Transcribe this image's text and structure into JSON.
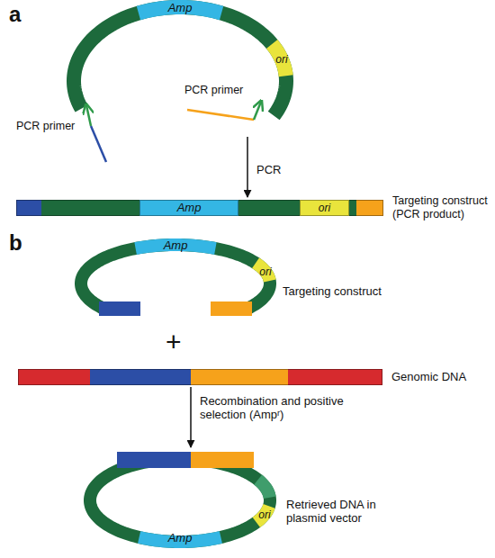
{
  "diagram": {
    "nodes": [
      {
        "text": [
          "Amp",
          "ori"
        ]
      },
      {
        "text": [
          "Targeting construct (PCR product)"
        ]
      },
      {
        "text": [
          "Amp"
        ],
        "in": 1
      },
      {
        "text": [
          "ori"
        ],
        "in": 1
      },
      {
        "text": [
          "Amp",
          "ori",
          "Targeting construct"
        ]
      },
      {
        "text": [
          "Genomic DNA"
        ]
      },
      {
        "text": [
          "ori",
          "Retrieved DNA in plasmid vector",
          "Amp"
        ]
      }
    ],
    "edges": [
      {
        "from": 0,
        "to": 1,
        "arrow": "to",
        "label": "PCR"
      },
      {
        "from": 5,
        "to": 6,
        "arrow": "to",
        "label": "Recombination and positive selection (Ampʳ)"
      }
    ],
    "labels": [
      "a",
      "PCR primer",
      "PCR primer",
      "b",
      "+"
    ]
  }
}
